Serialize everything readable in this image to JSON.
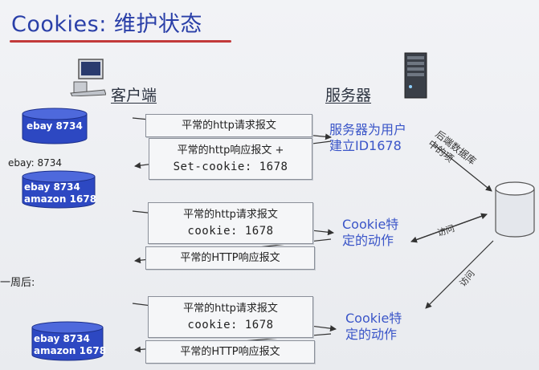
{
  "title": "Cookies: 维护状态",
  "client_label": "客户端",
  "server_label": "服务器",
  "cookie_files": [
    {
      "lines": [
        "ebay 8734"
      ]
    },
    {
      "lines": [
        "ebay 8734",
        "amazon 1678"
      ]
    },
    {
      "lines": [
        "ebay 8734",
        "amazon 1678"
      ]
    }
  ],
  "ebay_label": "ebay: 8734",
  "week_later": "一周后:",
  "messages": {
    "req1": "平常的http请求报文",
    "resp1_line1": "平常的http响应报文 +",
    "resp1_line2": "Set-cookie: 1678",
    "req2_line1": "平常的http请求报文",
    "req2_line2": "cookie: 1678",
    "resp2": "平常的HTTP响应报文",
    "req3_line1": "平常的http请求报文",
    "req3_line2": "cookie: 1678",
    "resp3": "平常的HTTP响应报文"
  },
  "server_action_1": [
    "服务器为用户",
    "建立ID1678"
  ],
  "cookie_action_1": [
    "Cookie特",
    "定的动作"
  ],
  "cookie_action_2": [
    "Cookie特",
    "定的动作"
  ],
  "backend_db_label": [
    "后端数据库",
    "中的项"
  ],
  "access_label_1": "访问",
  "access_label_2": "访问",
  "colors": {
    "title": "#2a3fa8",
    "underline": "#c23a3a",
    "cylinder": "#2d48c2",
    "action_text": "#3a55c8"
  }
}
